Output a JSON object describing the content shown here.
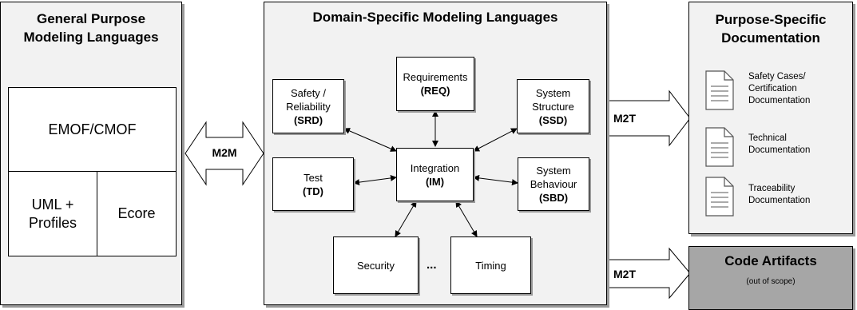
{
  "general_purpose": {
    "title_line1": "General Purpose",
    "title_line2": "Modeling Languages",
    "emof": "EMOF/CMOF",
    "uml_line1": "UML +",
    "uml_line2": "Profiles",
    "ecore": "Ecore"
  },
  "dsml": {
    "title": "Domain-Specific Modeling Languages",
    "safety": {
      "line1": "Safety /",
      "line2": "Reliability",
      "abbr": "(SRD)"
    },
    "requirements": {
      "line1": "Requirements",
      "abbr": "(REQ)"
    },
    "structure": {
      "line1": "System",
      "line2": "Structure",
      "abbr": "(SSD)"
    },
    "test": {
      "line1": "Test",
      "abbr": "(TD)"
    },
    "integration": {
      "line1": "Integration",
      "abbr": "(IM)"
    },
    "behaviour": {
      "line1": "System",
      "line2": "Behaviour",
      "abbr": "(SBD)"
    },
    "security": "Security",
    "ellipsis": "...",
    "timing": "Timing"
  },
  "transforms": {
    "m2m": "M2M",
    "m2t_top": "M2T",
    "m2t_bottom": "M2T"
  },
  "documentation": {
    "title_line1": "Purpose-Specific",
    "title_line2": "Documentation",
    "items": [
      {
        "line1": "Safety Cases/",
        "line2": "Certification",
        "line3": "Documentation"
      },
      {
        "line1": "Technical",
        "line2": "Documentation"
      },
      {
        "line1": "Traceability",
        "line2": "Documentation"
      }
    ]
  },
  "code_artifacts": {
    "title": "Code Artifacts",
    "note": "(out of scope)"
  },
  "colors": {
    "panel_fill": "#f2f2f2",
    "code_artifacts_fill": "#a6a6a6",
    "shadow": "#9a9a9a"
  }
}
